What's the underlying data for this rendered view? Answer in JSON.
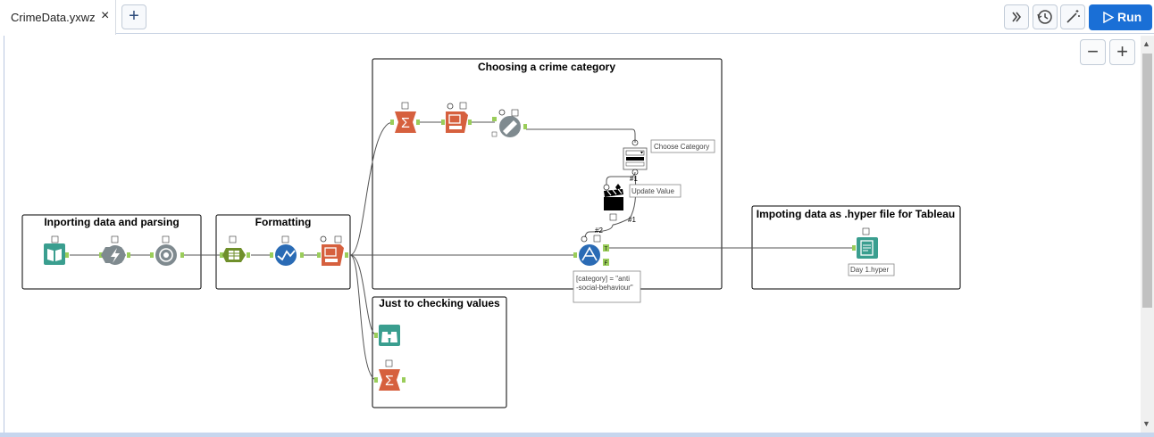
{
  "tab": {
    "title": "CrimeData.yxwz",
    "close_icon": "×",
    "add_icon": "+"
  },
  "toolbar": {
    "run_label": "Run"
  },
  "zoom": {
    "minus": "−",
    "plus": "+"
  },
  "containers": {
    "importing": "Inporting data and parsing",
    "formatting": "Formatting",
    "choosing": "Choosing a crime category",
    "checking": "Just to checking values",
    "hyper": "Impoting data as .hyper file for Tableau"
  },
  "annotations": {
    "choose_category": "Choose Category",
    "update_value": "Update Value",
    "filter_line1": "[category] = \"anti",
    "filter_line2": "-social-behaviour\"",
    "output_file": "Day 1.hyper"
  },
  "connection_labels": {
    "hash1a": "#1",
    "hash2": "#2",
    "hash1b": "#1"
  },
  "filter_anchors": {
    "true": "T",
    "false": "F"
  },
  "colors": {
    "in_out": "#3a9e8f",
    "prep": "#6f8f2b",
    "transform": "#d6603e",
    "parse": "#7f8a8f",
    "join": "#2a6bb5",
    "accent": "#1a6fd6"
  }
}
